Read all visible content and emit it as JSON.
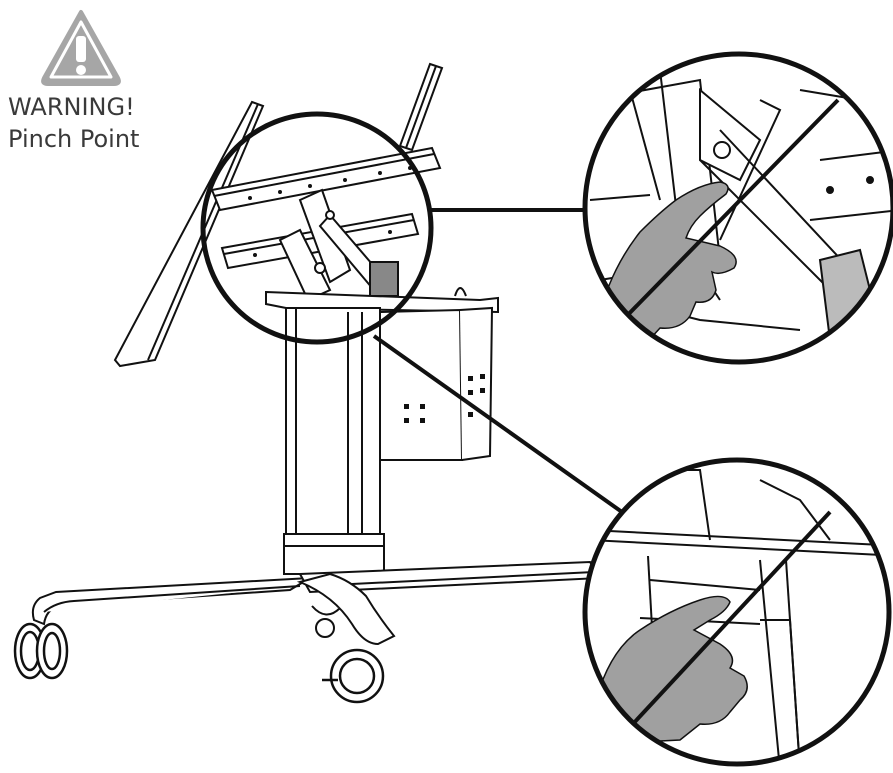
{
  "warning": {
    "icon": "warning-triangle-icon",
    "title": "WARNING!",
    "subtitle": "Pinch Point",
    "icon_color": "#a6a6a6"
  },
  "callouts": [
    {
      "name": "tilt-bracket-pinch-point",
      "shows": "hand-near-tilt-mechanism",
      "prohibited": true
    },
    {
      "name": "column-pinch-point",
      "shows": "hand-near-column-slide",
      "prohibited": true
    }
  ],
  "colors": {
    "line": "#111111",
    "hand": "#a0a0a0",
    "background": "#ffffff"
  }
}
